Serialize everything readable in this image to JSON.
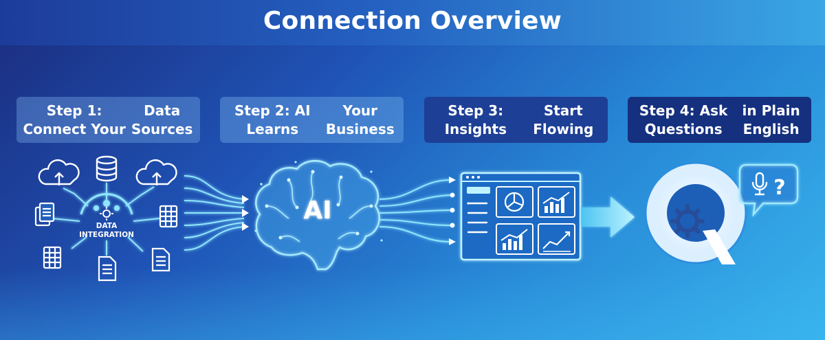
{
  "title": "Connection Overview",
  "steps": [
    {
      "line1": "Step 1: Connect Your",
      "line2": "Data Sources"
    },
    {
      "line1": "Step 2: AI Learns",
      "line2": "Your Business"
    },
    {
      "line1": "Step 3: Insights",
      "line2": "Start Flowing"
    },
    {
      "line1": "Step 4: Ask Questions",
      "line2": "in Plain English"
    }
  ],
  "hub": {
    "line1": "DATA",
    "line2": "INTEGRATION"
  },
  "brain_label": "AI",
  "assistant": {
    "letter": "Q",
    "bubble_text": "?"
  },
  "colors": {
    "glow": "#8fe6ff",
    "glow_soft": "#5cc8f5",
    "icon_line": "#ffffff",
    "dashboard_bg": "#1e6bc4"
  },
  "icons": [
    "cloud-upload-icon",
    "database-icon",
    "document-icon",
    "spreadsheet-icon",
    "brain-icon",
    "dashboard-icon",
    "arrow-right-icon",
    "microphone-icon",
    "gear-icon"
  ]
}
